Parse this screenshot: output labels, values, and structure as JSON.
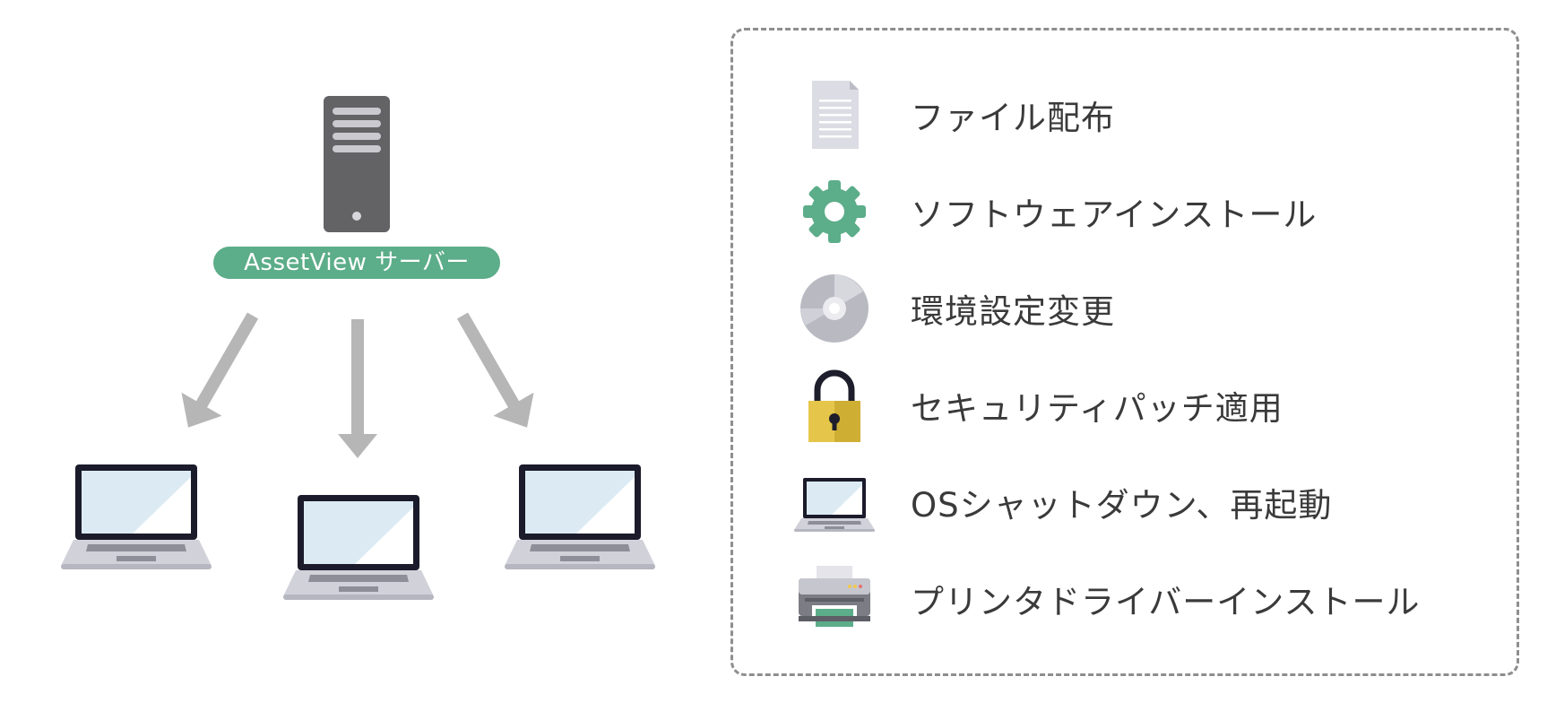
{
  "server": {
    "label": "AssetView サーバー",
    "icon": "server-tower-icon",
    "badge_color": "#5cad89"
  },
  "clients": [
    {
      "icon": "laptop-icon"
    },
    {
      "icon": "laptop-icon"
    },
    {
      "icon": "laptop-icon"
    }
  ],
  "arrow_color": "#b5b6b5",
  "legend": {
    "items": [
      {
        "icon": "document-icon",
        "label": "ファイル配布"
      },
      {
        "icon": "gear-icon",
        "label": "ソフトウェアインストール"
      },
      {
        "icon": "disc-icon",
        "label": "環境設定変更"
      },
      {
        "icon": "padlock-icon",
        "label": "セキュリティパッチ適用"
      },
      {
        "icon": "laptop-icon",
        "label": "OSシャットダウン、再起動"
      },
      {
        "icon": "printer-icon",
        "label": "プリンタドライバーインストール"
      }
    ]
  }
}
